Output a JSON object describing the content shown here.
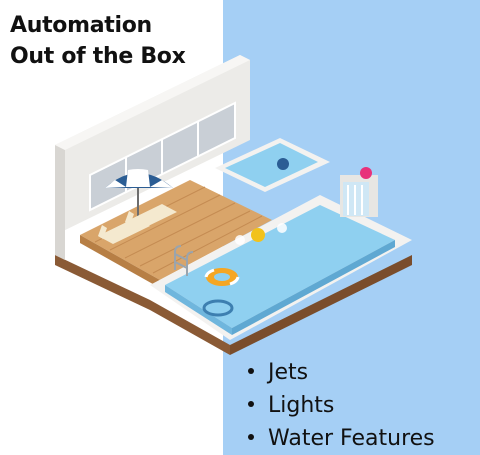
{
  "headline": {
    "line1": "Automation",
    "line2": "Out of the Box"
  },
  "features": [
    "Jets",
    "Lights",
    "Water Features"
  ],
  "colors": {
    "accent_panel": "#a5cff5",
    "text": "#111111",
    "pool_water": "#8fd0f0",
    "deck_wood": "#d9a56a",
    "wall": "#e8e6e3",
    "umbrella_blue": "#2b5d94"
  },
  "illustration": {
    "subject": "isometric-pool-scene",
    "icons": [
      "umbrella-icon",
      "lounge-chair-icon",
      "pool-ladder-icon",
      "life-ring-icon",
      "pool-light-icon",
      "waterfall-icon"
    ]
  }
}
